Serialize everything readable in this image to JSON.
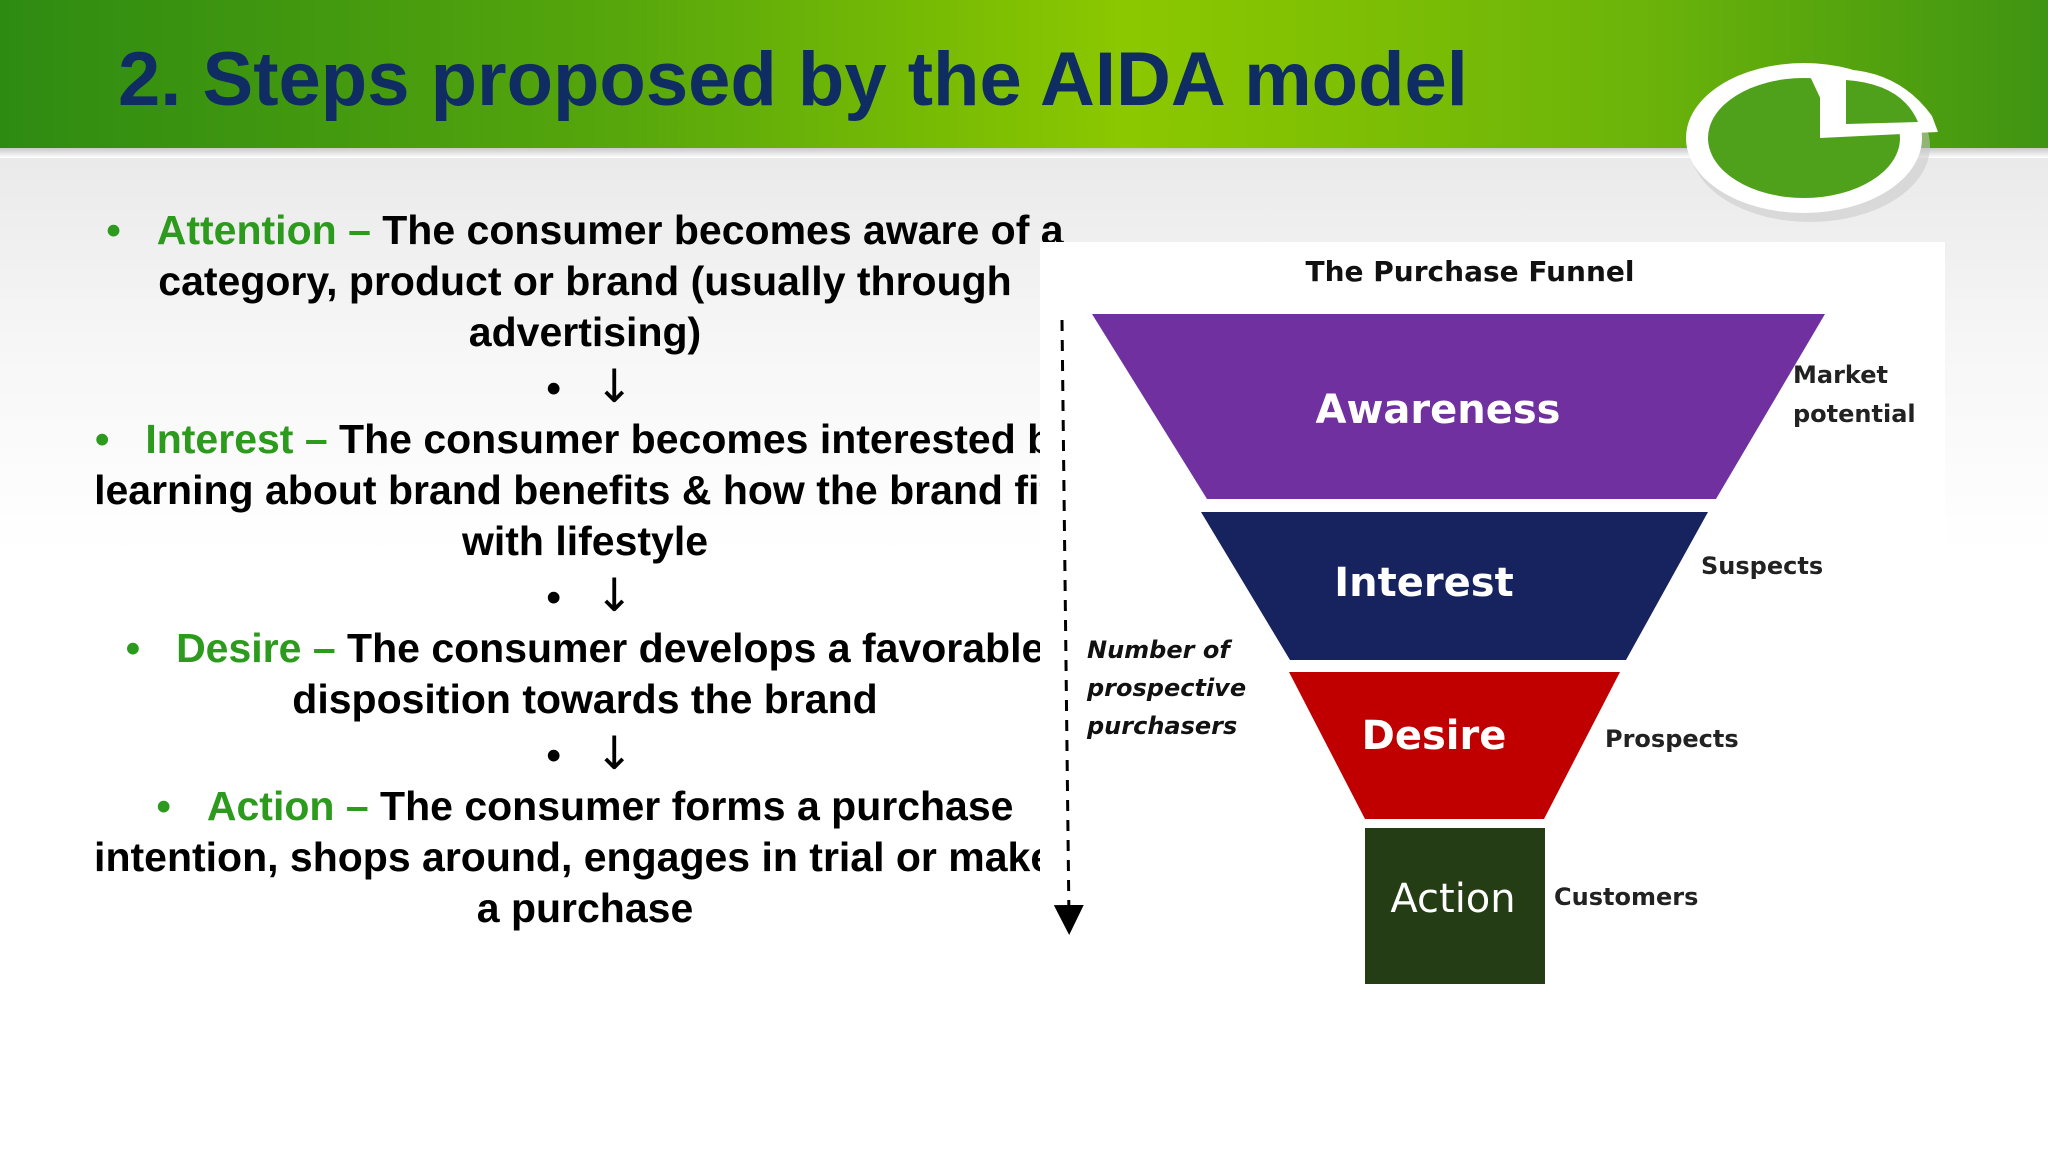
{
  "slide": {
    "title": "2. Steps proposed by the AIDA model"
  },
  "steps": [
    {
      "bullet": "•",
      "term": "Attention",
      "dash": " – ",
      "text": "The consumer becomes aware of a category, product or brand (usually through advertising)"
    },
    {
      "bullet": "•",
      "term": "Interest",
      "dash": " – ",
      "text": "The consumer becomes interested by learning about brand benefits & how the brand fits with lifestyle"
    },
    {
      "bullet": "•",
      "term": "Desire",
      "dash": " – ",
      "text": "The consumer develops a favorable disposition towards the brand"
    },
    {
      "bullet": "•",
      "term": "Action",
      "dash": " – ",
      "text": "The consumer forms a purchase intention, shops around, engages in trial or makes a purchase"
    }
  ],
  "arrows": [
    {
      "bullet": "•",
      "symbol": "↓"
    },
    {
      "bullet": "•",
      "symbol": "↓"
    },
    {
      "bullet": "•",
      "symbol": "↓"
    }
  ],
  "funnel": {
    "title": "The Purchase Funnel",
    "axis_label": [
      "Number of",
      "prospective",
      "purchasers"
    ],
    "stages": [
      {
        "name": "Awareness",
        "side_label": [
          "Market",
          "potential"
        ],
        "color": "#7030a0"
      },
      {
        "name": "Interest",
        "side_label": [
          "Suspects"
        ],
        "color": "#16235e"
      },
      {
        "name": "Desire",
        "side_label": [
          "Prospects"
        ],
        "color": "#c00000"
      },
      {
        "name": "Action",
        "side_label": [
          "Customers"
        ],
        "color": "#253d15"
      }
    ]
  },
  "logo": {
    "icon": "pie-chart-logo-icon",
    "colors": [
      "#4fa01a",
      "#ffffff",
      "#c8c8c8"
    ]
  }
}
